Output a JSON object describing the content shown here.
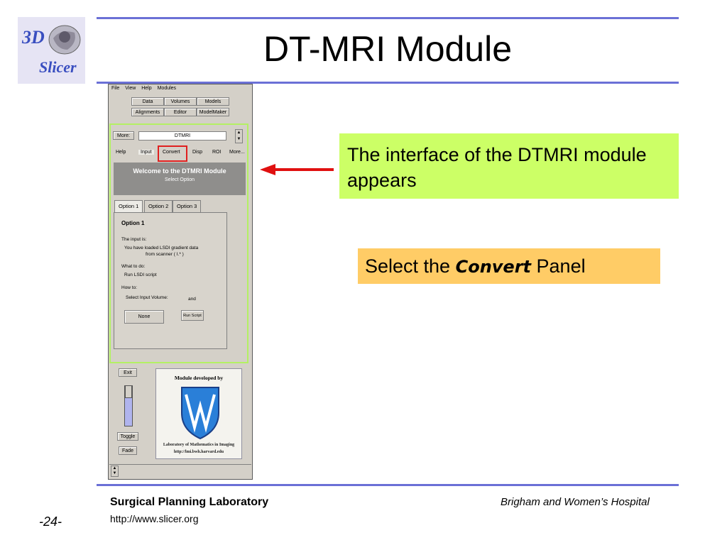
{
  "slide": {
    "title": "DT-MRI Module",
    "callout_interface": "The interface of the DTMRI module appears",
    "callout_select_prefix": "Select the",
    "callout_select_bold": "Convert",
    "callout_select_suffix": "Panel"
  },
  "logo": {
    "line1": "3D",
    "line2": "Slicer"
  },
  "app": {
    "menu": [
      "File",
      "View",
      "Help",
      "Modules"
    ],
    "buttons_row1": [
      "Data",
      "Volumes",
      "Models"
    ],
    "buttons_row2": [
      "Alignments",
      "Editor",
      "ModelMaker"
    ],
    "more_button": "More:",
    "module_field": "DTMRI",
    "tabs": [
      "Help",
      "Input",
      "Convert",
      "Disp",
      "ROI",
      "More..."
    ],
    "active_tab": "Input",
    "welcome_title": "Welcome to the DTMRI Module",
    "welcome_sub": "Select Option",
    "option_tabs": [
      "Option 1",
      "Option 2",
      "Option 3"
    ],
    "option": {
      "heading": "Option 1",
      "input_label": "The input is:",
      "input_line1": "You have loaded LSDI gradient data",
      "input_line2": "from scanner ( I.* )",
      "todo_label": "What to do:",
      "todo_value": "Run LSDI script",
      "howto_label": "How to:",
      "select_label": "Select Input Volume:",
      "and_label": "and",
      "none_button": "None",
      "run_button": "Run Script"
    },
    "exit_button": "Exit",
    "toggle_button": "Toggle",
    "fade_button": "Fade",
    "lmi_top": "Module developed by",
    "lmi_name": "Laboratory of Mathematics in Imaging",
    "lmi_url": "http://lmi.bwh.harvard.edu"
  },
  "footer": {
    "lab": "Surgical Planning Laboratory",
    "url": "http://www.slicer.org",
    "hospital": "Brigham and Women’s Hospital",
    "page": "-24-"
  },
  "colors": {
    "rule": "#6b70d6",
    "callout_green": "#ccff66",
    "callout_orange": "#ffcc66",
    "highlight_red": "#e02020",
    "panel_border": "#b4f064"
  }
}
